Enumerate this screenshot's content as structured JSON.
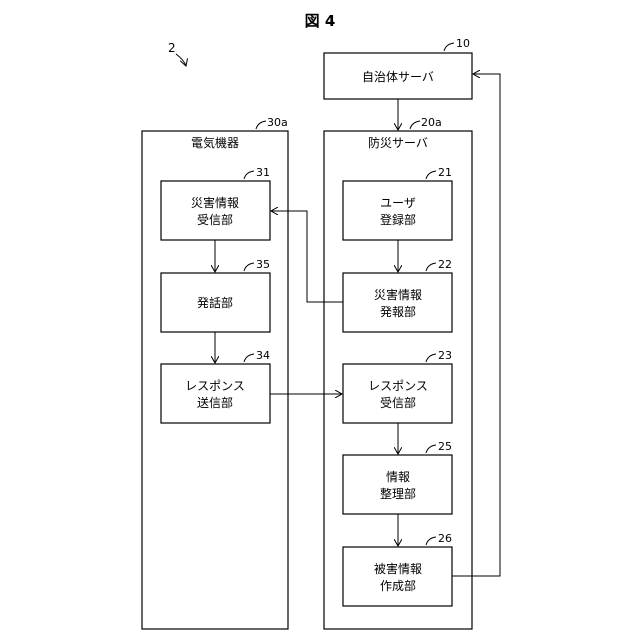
{
  "figure": {
    "title": "図 4"
  },
  "system_ref": "2",
  "nodes": {
    "municipal_server": {
      "label": "自治体サーバ",
      "ref": "10"
    },
    "disaster_server": {
      "label": "防災サーバ",
      "ref": "20a"
    },
    "appliance": {
      "label": "電気機器",
      "ref": "30a"
    },
    "user_registration": {
      "line1": "ユーザ",
      "line2": "登録部",
      "ref": "21"
    },
    "disaster_info_broadcast": {
      "line1": "災害情報",
      "line2": "発報部",
      "ref": "22"
    },
    "response_receiver": {
      "line1": "レスポンス",
      "line2": "受信部",
      "ref": "23"
    },
    "info_organizer": {
      "line1": "情報",
      "line2": "整理部",
      "ref": "25"
    },
    "damage_report_creator": {
      "line1": "被害情報",
      "line2": "作成部",
      "ref": "26"
    },
    "disaster_info_receiver": {
      "line1": "災害情報",
      "line2": "受信部",
      "ref": "31"
    },
    "speech_unit": {
      "label": "発話部",
      "ref": "35"
    },
    "response_sender": {
      "line1": "レスポンス",
      "line2": "送信部",
      "ref": "34"
    }
  }
}
